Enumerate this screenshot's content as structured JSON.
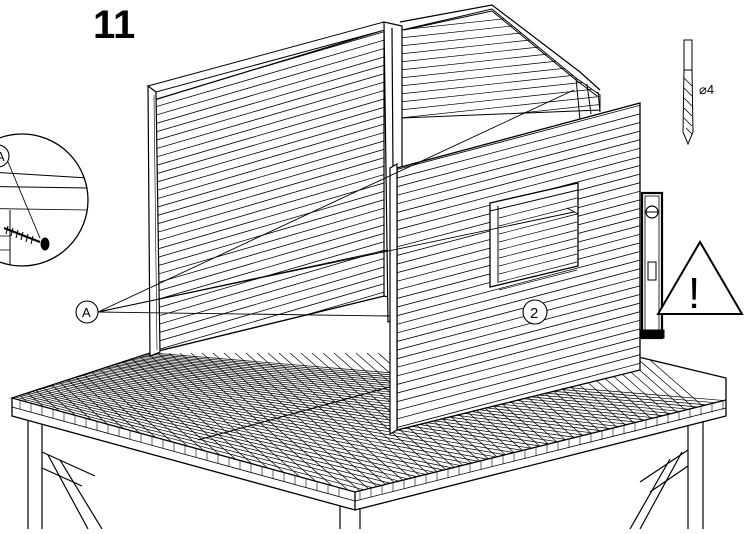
{
  "step": {
    "number": "11"
  },
  "callouts": {
    "fastener_label": "A",
    "detail_label": "A",
    "wall_label": "2"
  },
  "drill": {
    "diameter_label": "⌀4"
  },
  "warning": {
    "symbol": "!"
  },
  "icons": [
    "screw-icon",
    "drill-bit-icon",
    "spirit-level-icon",
    "warning-triangle-icon"
  ]
}
